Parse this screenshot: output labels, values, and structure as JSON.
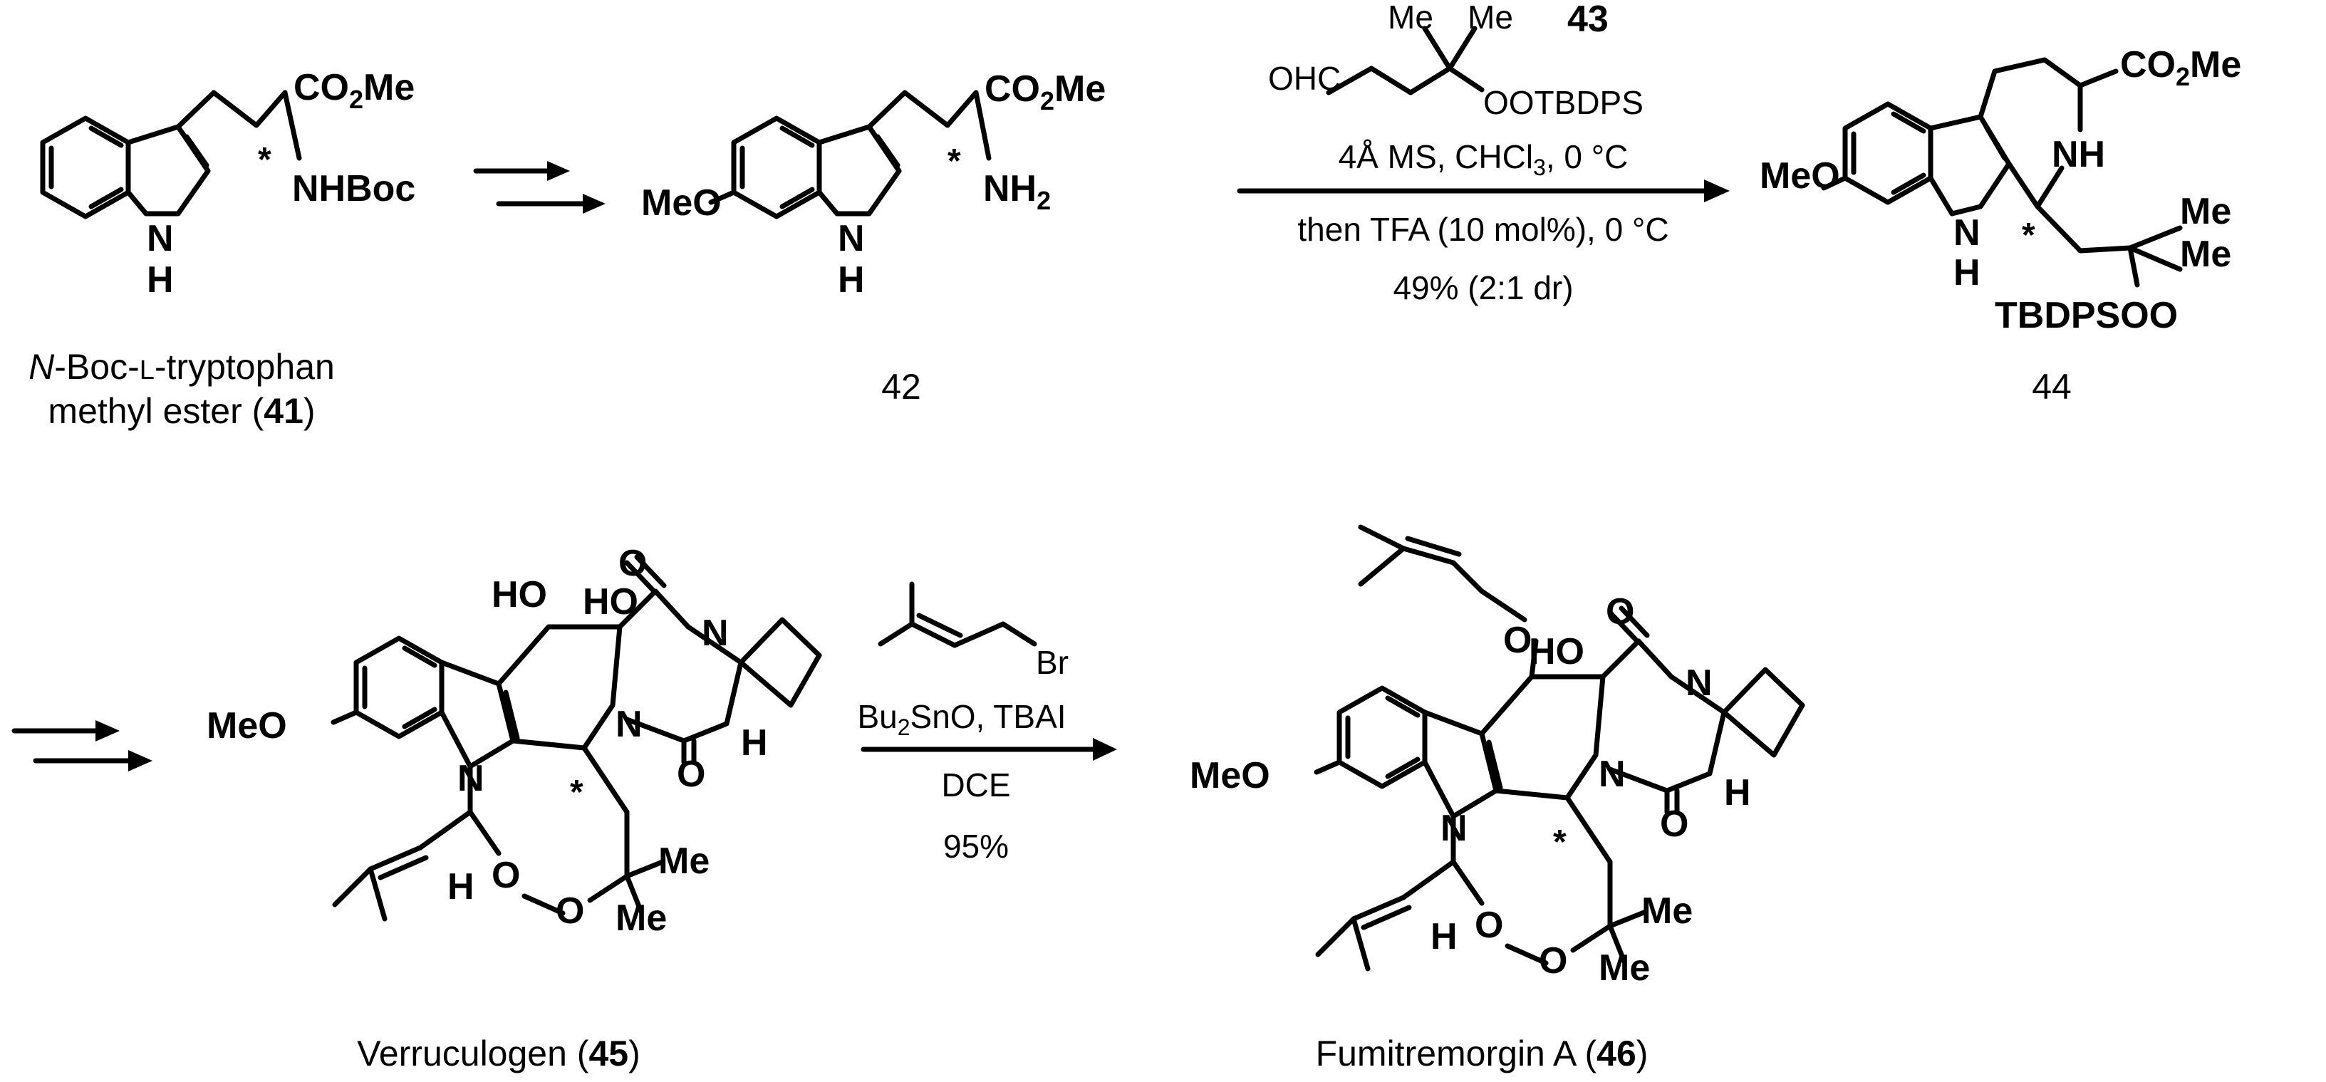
{
  "compounds": {
    "c41": {
      "caption_line1_prefix": "N",
      "caption_line1_rest": "-Boc-",
      "caption_line1_sc": "L",
      "caption_line1_tail": "-tryptophan",
      "caption_line2_text": "methyl ester (",
      "caption_number": "41",
      "caption_close": ")",
      "labels": {
        "co2me": "CO",
        "co2me_sub": "2",
        "co2me_tail": "Me",
        "nhboc": "NHBoc",
        "nh": "N",
        "nh_h": "H",
        "star": "*"
      }
    },
    "c42": {
      "number": "42",
      "labels": {
        "meo": "MeO",
        "co2me": "CO",
        "co2me_sub": "2",
        "co2me_tail": "Me",
        "nh2": "NH",
        "nh2_sub": "2",
        "nh": "N",
        "nh_h": "H",
        "star": "*"
      }
    },
    "c43": {
      "number": "43",
      "labels": {
        "me1": "Me",
        "me2": "Me",
        "ohc": "OHC",
        "ootbdps": "OOTBDPS"
      }
    },
    "c44": {
      "number": "44",
      "labels": {
        "meo": "MeO",
        "co2me": "CO",
        "co2me_sub": "2",
        "co2me_tail": "Me",
        "nh_ring": "NH",
        "n_indole": "N",
        "n_h": "H",
        "me1": "Me",
        "me2": "Me",
        "tbdpsoo": "TBDPSOO",
        "star": "*"
      }
    },
    "c45": {
      "caption_name": "Verruculogen (",
      "caption_number": "45",
      "caption_close": ")",
      "labels": {
        "ho1": "HO",
        "ho2": "HO",
        "o_top": "O",
        "n_pyr": "N",
        "h_pyr": "H",
        "n_dkp": "N",
        "o_bot": "O",
        "meo": "MeO",
        "n_ind": "N",
        "star": "*",
        "h_ring": "H",
        "o1": "O",
        "o2": "O",
        "me1": "Me",
        "me2": "Me"
      }
    },
    "c46": {
      "caption_name": "Fumitremorgin A (",
      "caption_number": "46",
      "caption_close": ")",
      "labels": {
        "o_ether": "O",
        "ho": "HO",
        "o_top": "O",
        "n_pyr": "N",
        "h_pyr": "H",
        "n_dkp": "N",
        "o_bot": "O",
        "meo": "MeO",
        "n_ind": "N",
        "star": "*",
        "h_ring": "H",
        "o1": "O",
        "o2": "O",
        "me1": "Me",
        "me2": "Me"
      }
    },
    "prenyl_bromide": {
      "br": "Br"
    }
  },
  "conditions": {
    "step2": {
      "line1": "4Å MS, CHCl",
      "line1_sub": "3",
      "line1_tail": ", 0 °C",
      "line2": "then TFA (10 mol%), 0 °C",
      "line3": "49% (2:1 dr)"
    },
    "step4": {
      "line1": "Bu",
      "line1_sub": "2",
      "line1_tail": "SnO, TBAI",
      "line2": "DCE",
      "line3": "95%"
    }
  }
}
